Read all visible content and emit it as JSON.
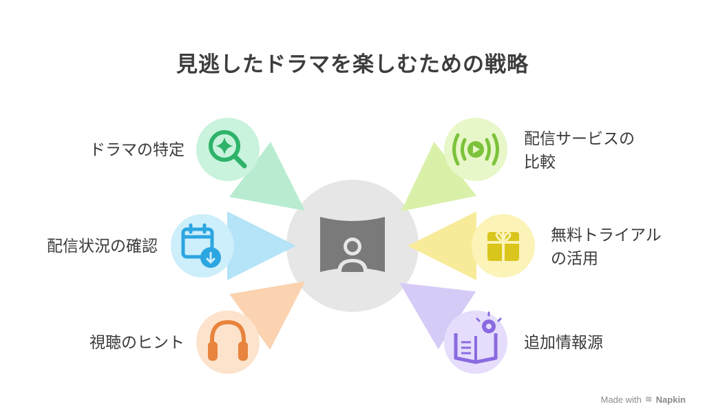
{
  "title": "見逃したドラマを楽しむための戦略",
  "left_items": [
    {
      "label": "ドラマの特定",
      "icon": "search-sparkle-icon",
      "color": "#c9f3dc",
      "icon_color": "#2fb36a"
    },
    {
      "label": "配信状況の確認",
      "icon": "calendar-download-icon",
      "color": "#cdeefb",
      "icon_color": "#2ba6e0"
    },
    {
      "label": "視聴のヒント",
      "icon": "headphones-icon",
      "color": "#fde3cc",
      "icon_color": "#e8843d"
    }
  ],
  "right_items": [
    {
      "label_line1": "配信サービスの",
      "label_line2": "比較",
      "icon": "broadcast-play-icon",
      "color": "#e8f7c9",
      "icon_color": "#7cc23a"
    },
    {
      "label_line1": "無料トライアル",
      "label_line2": "の活用",
      "icon": "gift-icon",
      "color": "#fbf3b8",
      "icon_color": "#d9c51b"
    },
    {
      "label_line1": "追加情報源",
      "label_line2": "",
      "icon": "book-idea-icon",
      "color": "#e5ddfb",
      "icon_color": "#8a6ae0"
    }
  ],
  "center_icon": "screen-viewer-icon",
  "footer": {
    "made_with": "Made with",
    "brand": "Napkin"
  }
}
